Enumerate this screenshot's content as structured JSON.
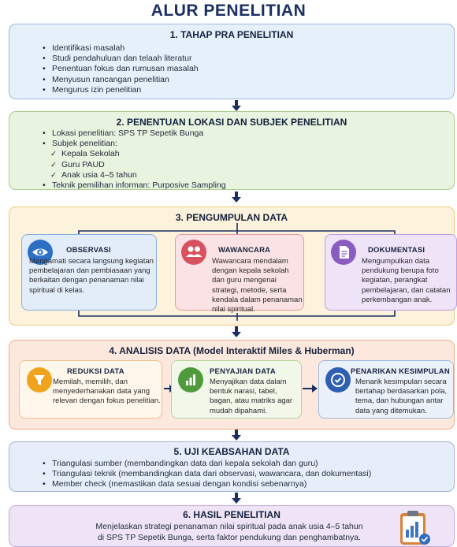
{
  "title": "ALUR PENELITIAN",
  "section1": {
    "title": "1. TAHAP PRA PENELITIAN",
    "items": [
      "Identifikasi masalah",
      "Studi pendahuluan dan telaah literatur",
      "Penentuan fokus dan rumusan masalah",
      "Menyusun rancangan penelitian",
      "Mengurus izin penelitian"
    ]
  },
  "section2": {
    "title": "2. PENENTUAN LOKASI DAN SUBJEK PENELITIAN",
    "location": "Lokasi penelitian: SPS TP Sepetik Bunga",
    "subjects_label": "Subjek penelitian:",
    "subjects": [
      "Kepala Sekolah",
      "Guru PAUD",
      "Anak usia 4–5 tahun"
    ],
    "technique": "Teknik pemilihan informan: Purposive Sampling"
  },
  "section3": {
    "title": "3. PENGUMPULAN DATA",
    "cards": [
      {
        "title": "OBSERVASI",
        "body": "Mengamati secara langsung kegiatan pembelajaran dan pembiasaan yang berkaitan dengan penanaman nilai spiritual di kelas.",
        "icon": "eye-icon",
        "color": "#2d6fc4"
      },
      {
        "title": "WAWANCARA",
        "body": "Wawancara mendalam dengan kepala sekolah dan guru mengenai strategi, metode, serta kendala dalam penanaman nilai spiritual.",
        "icon": "people-icon",
        "color": "#d8515f"
      },
      {
        "title": "DOKUMENTASI",
        "body": "Mengumpulkan data pendukung berupa foto kegiatan, perangkat pembelajaran, dan catatan perkembangan anak.",
        "icon": "document-icon",
        "color": "#8a5cc2"
      }
    ]
  },
  "section4": {
    "title": "4. ANALISIS DATA (Model Interaktif Miles & Huberman)",
    "cards": [
      {
        "title": "REDUKSI DATA",
        "body": "Memilah, memilih, dan menyederhanakan data yang relevan dengan fokus penelitian.",
        "icon": "filter-icon",
        "color": "#f0a31c"
      },
      {
        "title": "PENYAJIAN DATA",
        "body": "Menyajikan data dalam bentuk narasi, tabel, bagan, atau matriks agar mudah dipahami.",
        "icon": "bar-chart-icon",
        "color": "#4f9a3a"
      },
      {
        "title": "PENARIKAN KESIMPULAN",
        "body": "Menarik kesimpulan secara bertahap berdasarkan pola, tema, dan hubungan antar data yang ditemukan.",
        "icon": "check-circle-icon",
        "color": "#2f5fb0"
      }
    ]
  },
  "section5": {
    "title": "5. UJI KEABSAHAN DATA",
    "items": [
      "Triangulasi sumber (membandingkan data dari kepala sekolah dan guru)",
      "Triangulasi teknik (membandingkan data dari observasi, wawancara, dan dokumentasi)",
      "Member check (memastikan data sesuai dengan kondisi sebenarnya)"
    ]
  },
  "section6": {
    "title": "6. HASIL PENELITIAN",
    "line1": "Menjelaskan strategi penanaman nilai spiritual pada anak usia 4–5 tahun",
    "line2": "di SPS TP Sepetik Bunga, serta faktor pendukung dan penghambatnya.",
    "icon": "clipboard-chart-icon"
  },
  "colors": {
    "heading": "#1b2f63",
    "arrow": "#1b2f63"
  }
}
